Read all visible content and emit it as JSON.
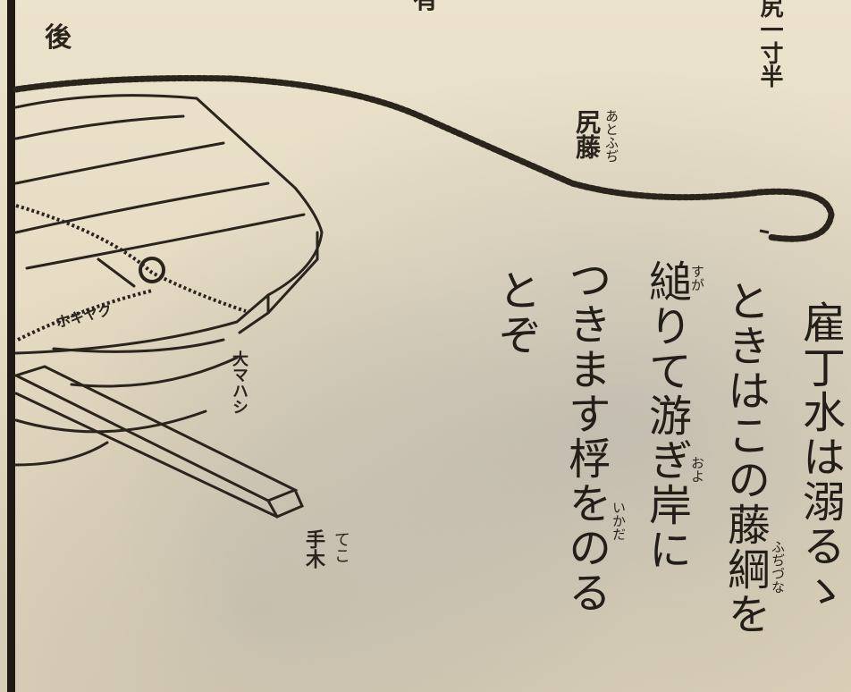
{
  "labels": {
    "rear": "後",
    "top_partial": "有",
    "measure": "尻一寸半",
    "rope_name": "尻藤",
    "rope_name_reading": "あとふぢ",
    "oomahashi": "大マハシ",
    "kokayaku": "ホキヤク",
    "teko": "手木",
    "teko_reading": "てこ"
  },
  "text_columns": [
    "雇丁水は溺るゝ",
    "ときはこの藤綱を",
    "縋りて游ぎ岸に",
    "つきます桴をのる",
    "とぞ"
  ],
  "ruby": {
    "sugari": "すが",
    "oyo": "およ",
    "fujizuna": "ふぢづな",
    "ikada": "いかだ"
  },
  "colors": {
    "paper": "#e6dcc4",
    "ink": "#231e17",
    "shadow": "#7f8393"
  }
}
